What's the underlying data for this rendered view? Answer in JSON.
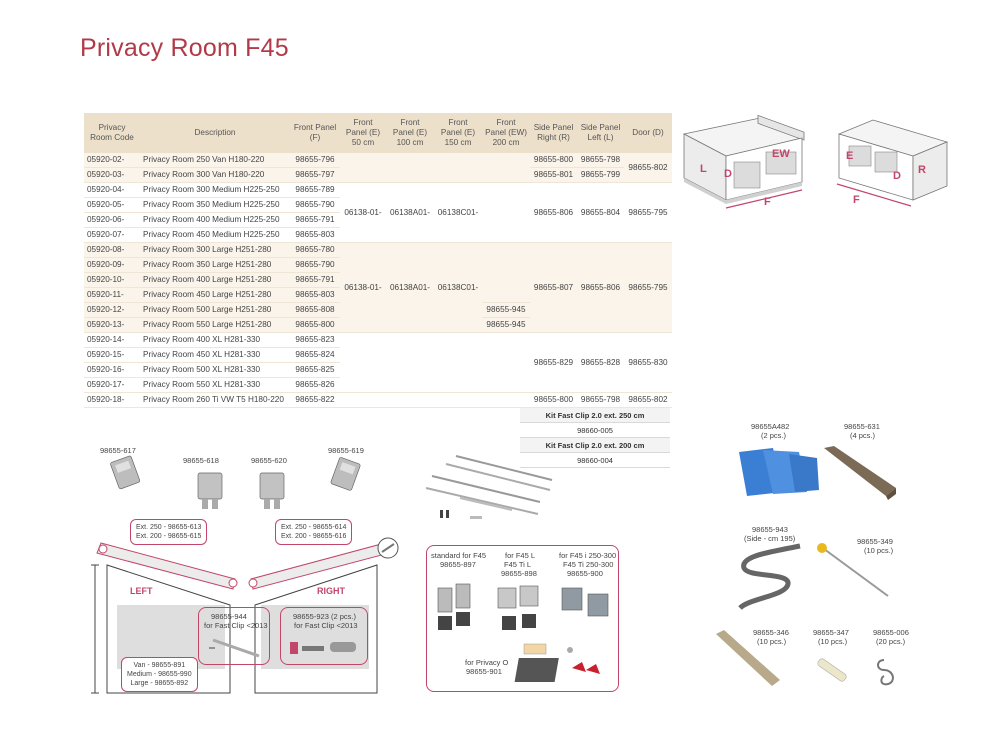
{
  "title": "Privacy Room F45",
  "table": {
    "headers": [
      "Privacy Room Code",
      "Description",
      "Front Panel (F)",
      "Front Panel (E) 50 cm",
      "Front Panel (E) 100 cm",
      "Front Panel (E) 150 cm",
      "Front Panel (EW) 200 cm",
      "Side Panel Right (R)",
      "Side Panel Left (L)",
      "Door (D)"
    ],
    "groups": [
      {
        "rows": [
          {
            "code": "05920-02-",
            "desc": "Privacy Room 250 Van H180-220",
            "front": "98655-796"
          },
          {
            "code": "05920-03-",
            "desc": "Privacy Room 300 Van H180-220",
            "front": "98655-797"
          }
        ],
        "e50": "",
        "e100": "",
        "e150": "",
        "ew200": [],
        "right": [
          "98655-800",
          "98655-801"
        ],
        "left": [
          "98655-798",
          "98655-799"
        ],
        "door": "98655-802"
      },
      {
        "rows": [
          {
            "code": "05920-04-",
            "desc": "Privacy Room 300 Medium H225-250",
            "front": "98655-789"
          },
          {
            "code": "05920-05-",
            "desc": "Privacy Room 350 Medium H225-250",
            "front": "98655-790"
          },
          {
            "code": "05920-06-",
            "desc": "Privacy Room 400 Medium H225-250",
            "front": "98655-791"
          },
          {
            "code": "05920-07-",
            "desc": "Privacy Room 450 Medium H225-250",
            "front": "98655-803"
          }
        ],
        "e50": "06138-01-",
        "e100": "06138A01-",
        "e150": "06138C01-",
        "ew200": [],
        "right": [
          "98655-806"
        ],
        "left": [
          "98655-804"
        ],
        "door": "98655-795"
      },
      {
        "rows": [
          {
            "code": "05920-08-",
            "desc": "Privacy Room 300 Large H251-280",
            "front": "98655-780"
          },
          {
            "code": "05920-09-",
            "desc": "Privacy Room 350 Large H251-280",
            "front": "98655-790"
          },
          {
            "code": "05920-10-",
            "desc": "Privacy Room 400 Large H251-280",
            "front": "98655-791"
          },
          {
            "code": "05920-11-",
            "desc": "Privacy Room 450 Large H251-280",
            "front": "98655-803"
          },
          {
            "code": "05920-12-",
            "desc": "Privacy Room 500 Large H251-280",
            "front": "98655-808"
          },
          {
            "code": "05920-13-",
            "desc": "Privacy Room 550 Large H251-280",
            "front": "98655-800"
          }
        ],
        "e50": "06138-01-",
        "e100": "06138A01-",
        "e150": "06138C01-",
        "ew200": [
          "98655-945",
          "98655-945"
        ],
        "right": [
          "98655-807"
        ],
        "left": [
          "98655-806"
        ],
        "door": "98655-795"
      },
      {
        "rows": [
          {
            "code": "05920-14-",
            "desc": "Privacy Room 400 XL H281-330",
            "front": "98655-823"
          },
          {
            "code": "05920-15-",
            "desc": "Privacy Room 450 XL H281-330",
            "front": "98655-824"
          },
          {
            "code": "05920-16-",
            "desc": "Privacy Room 500 XL H281-330",
            "front": "98655-825"
          },
          {
            "code": "05920-17-",
            "desc": "Privacy Room 550 XL H281-330",
            "front": "98655-826"
          }
        ],
        "e50": "",
        "e100": "",
        "e150": "",
        "ew200": [],
        "right": [
          "98655-829"
        ],
        "left": [
          "98655-828"
        ],
        "door": "98655-830"
      },
      {
        "rows": [
          {
            "code": "05920-18-",
            "desc": "Privacy Room 260 Ti VW T5 H180-220",
            "front": "98655-822"
          }
        ],
        "e50": "",
        "e100": "",
        "e150": "",
        "ew200": [],
        "right": [
          "98655-800"
        ],
        "left": [
          "98655-798"
        ],
        "door": "98655-802"
      }
    ]
  },
  "diagram_labels": {
    "left": {
      "l": "L",
      "d": "D",
      "ew": "EW",
      "f": "F"
    },
    "right": {
      "e": "E",
      "d": "D",
      "r": "R",
      "f": "F"
    }
  },
  "kit": {
    "title_250": "Kit Fast Clip 2.0 ext. 250 cm",
    "code_250": "98660-005",
    "title_200": "Kit Fast Clip 2.0 ext. 200 cm",
    "code_200": "98660-004"
  },
  "clips": {
    "c617": "98655-617",
    "c618": "98655-618",
    "c620": "98655-620",
    "c619": "98655-619",
    "ext_left_1": "Ext. 250 - 98655-613",
    "ext_left_2": "Ext. 200 - 98655-615",
    "ext_right_1": "Ext. 250 - 98655-614",
    "ext_right_2": "Ext. 200 - 98655-616",
    "left_label": "LEFT",
    "right_label": "RIGHT",
    "p944_1": "98655-944",
    "p944_2": "for Fast Clip <2013",
    "p923_1": "98655-923 (2 pcs.)",
    "p923_2": "for Fast Clip <2013",
    "van": "Van - 98655-891",
    "medium": "Medium - 98655-990",
    "large": "Large - 98655-892"
  },
  "adapters": {
    "std_1": "standard for F45",
    "std_2": "98655-897",
    "f45l_1": "for F45 L",
    "f45l_2": "F45 Ti L",
    "f45l_3": "98655-898",
    "f45i_1": "for F45 i 250-300",
    "f45i_2": "F45 Ti 250-300",
    "f45i_3": "98655-900",
    "priv_1": "for Privacy O",
    "priv_2": "98655-901"
  },
  "accessories": {
    "a482_1": "98655A482",
    "a482_2": "(2 pcs.)",
    "a631_1": "98655-631",
    "a631_2": "(4 pcs.)",
    "a943_1": "98655-943",
    "a943_2": "(Side - cm 195)",
    "a349_1": "98655-349",
    "a349_2": "(10 pcs.)",
    "a346_1": "98655-346",
    "a346_2": "(10 pcs.)",
    "a347_1": "98655-347",
    "a347_2": "(10 pcs.)",
    "a006_1": "98655-006",
    "a006_2": "(20 pcs.)"
  },
  "colors": {
    "accent": "#c2466a",
    "title": "#b23a48",
    "header_bg": "#ede0cb",
    "row_bg": "#faf4ea",
    "blue": "#3b7fd4"
  }
}
